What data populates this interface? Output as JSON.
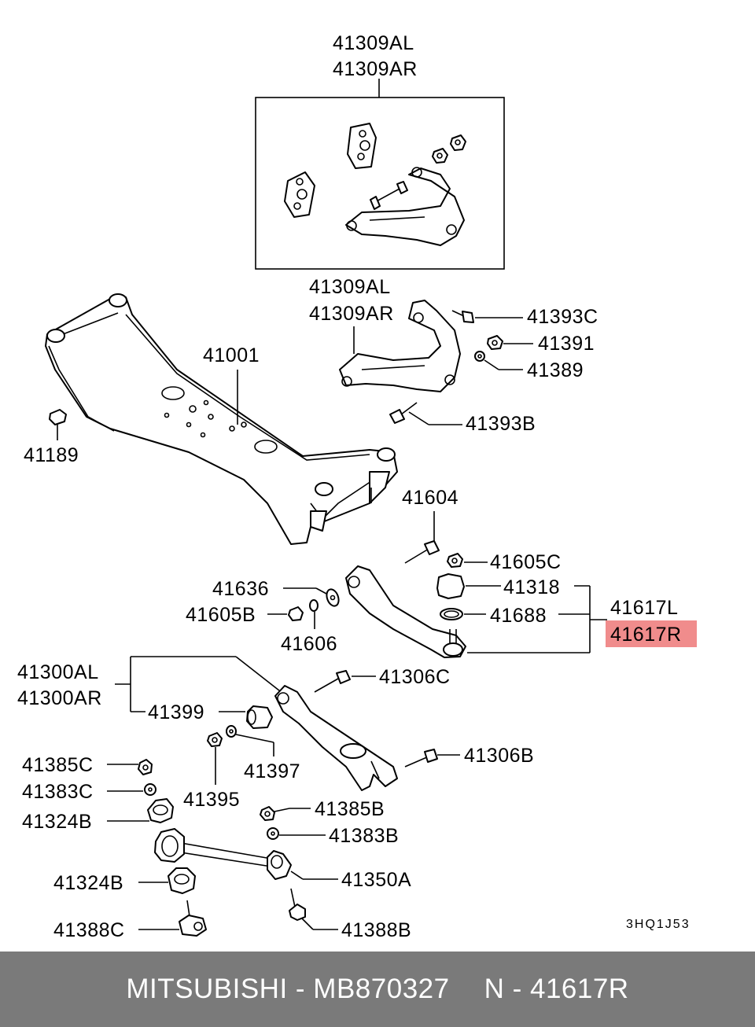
{
  "labels": {
    "p41309AL_top": "41309AL",
    "p41309AR_top": "41309AR",
    "p41309AL": "41309AL",
    "p41309AR": "41309AR",
    "p41393C": "41393C",
    "p41391": "41391",
    "p41389": "41389",
    "p41393B": "41393B",
    "p41001": "41001",
    "p41189": "41189",
    "p41604": "41604",
    "p41605C": "41605C",
    "p41318": "41318",
    "p41688": "41688",
    "p41617L": "41617L",
    "p41617R": "41617R",
    "p41636": "41636",
    "p41605B": "41605B",
    "p41606": "41606",
    "p41300AL": "41300AL",
    "p41300AR": "41300AR",
    "p41306C": "41306C",
    "p41399": "41399",
    "p41397": "41397",
    "p41395": "41395",
    "p41306B": "41306B",
    "p41385C": "41385C",
    "p41383C": "41383C",
    "p41324B_a": "41324B",
    "p41385B": "41385B",
    "p41383B": "41383B",
    "p41350A": "41350A",
    "p41324B_b": "41324B",
    "p41388C": "41388C",
    "p41388B": "41388B"
  },
  "diagram_code": "3HQ1J53",
  "highlight_color": "#f08c8c",
  "footer": {
    "brand": "MITSUBISHI",
    "separator1": " - ",
    "part_number": "MB870327",
    "ref_prefix": "N",
    "separator2": " - ",
    "ref_number": "41617R"
  }
}
